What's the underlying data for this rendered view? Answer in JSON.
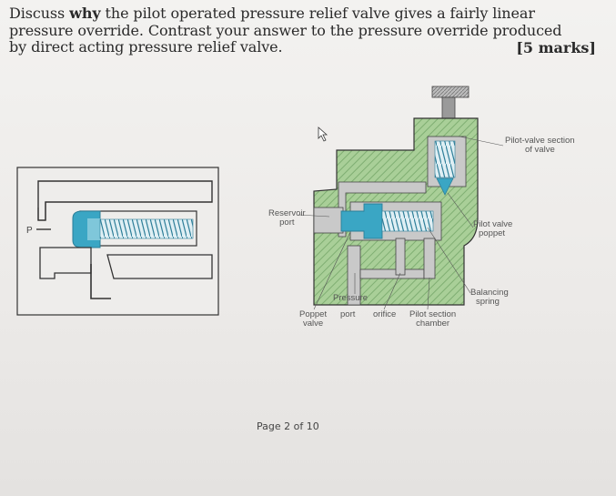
{
  "question": {
    "line1_pre": "Discuss ",
    "line1_bold": "why",
    "line1_post": " the pilot operated pressure relief valve gives a fairly linear",
    "line2": "pressure override. Contrast your answer to the pressure override produced",
    "line3": "by direct acting pressure relief valve.",
    "marks": "[5 marks]"
  },
  "diagram": {
    "symbol_label_p": "P",
    "labels": {
      "pilot_valve_section_1": "Pilot-valve section",
      "pilot_valve_section_2": "of valve",
      "reservoir_1": "Reservoir",
      "reservoir_2": "port",
      "pilot_poppet_1": "Pilot valve",
      "pilot_poppet_2": "poppet",
      "balancing_1": "Balancing",
      "balancing_2": "spring",
      "pressure": "Pressure",
      "poppet_valve_1": "Poppet",
      "poppet_valve_2": "valve",
      "port": "port",
      "orifice": "orifice",
      "pilot_chamber_1": "Pilot section",
      "pilot_chamber_2": "chamber"
    }
  },
  "footer": {
    "page": "Page 2 of 10"
  },
  "colors": {
    "hatch_green": "#9cc48e",
    "cyan": "#3aa6c4",
    "grey_body": "#c9c9c9"
  }
}
